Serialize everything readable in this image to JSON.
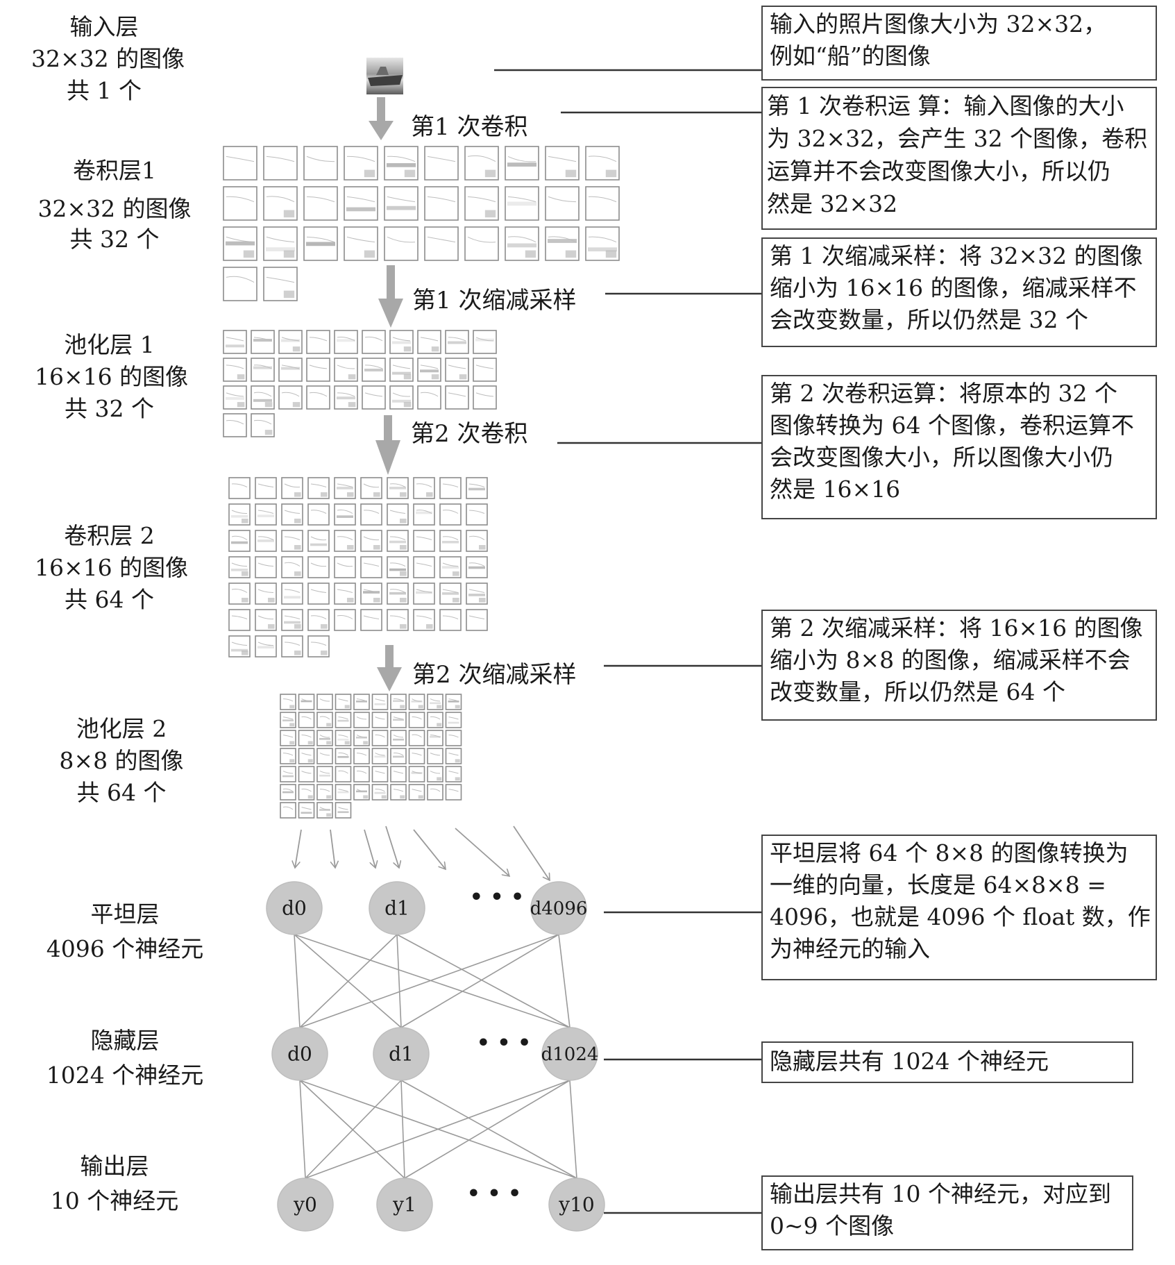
{
  "layers": [
    {
      "key": "input",
      "lines": [
        "输入层",
        "32×32 的图像",
        "共 1 个"
      ]
    },
    {
      "key": "conv1",
      "lines": [
        "卷积层1",
        "32×32 的图像",
        "共 32 个"
      ]
    },
    {
      "key": "pool1",
      "lines": [
        "池化层 1",
        "16×16 的图像",
        "共 32 个"
      ]
    },
    {
      "key": "conv2",
      "lines": [
        "卷积层 2",
        "16×16 的图像",
        "共 64 个"
      ]
    },
    {
      "key": "pool2",
      "lines": [
        "池化层 2",
        "8×8 的图像",
        "共 64 个"
      ]
    },
    {
      "key": "flatten",
      "lines": [
        "平坦层",
        "4096 个神经元"
      ]
    },
    {
      "key": "hidden",
      "lines": [
        "隐藏层",
        "1024 个神经元"
      ]
    },
    {
      "key": "output",
      "lines": [
        "输出层",
        "10 个神经元"
      ]
    }
  ],
  "steps": {
    "conv1": "第1 次卷积",
    "pool1": "第1 次缩减采样",
    "conv2": "第2 次卷积",
    "pool2": "第2 次缩减采样"
  },
  "feature_maps": {
    "conv1_count": 32,
    "pool1_count": 32,
    "conv2_count": 64,
    "pool2_count": 64,
    "columns": 10
  },
  "neurons": {
    "flatten": [
      "d0",
      "d1",
      "d4096"
    ],
    "hidden": [
      "d0",
      "d1",
      "d1024"
    ],
    "output": [
      "y0",
      "y1",
      "y10"
    ],
    "ellipsis": "• • •"
  },
  "notes": [
    {
      "key": "input",
      "lines": [
        "输入的照片图像大小为 32×32，",
        "例如“船”的图像"
      ]
    },
    {
      "key": "conv1",
      "lines": [
        "第 1 次卷积运 算：输入图像的大小",
        "为 32×32，会产生 32 个图像，卷积",
        "运算并不会改变图像大小，所以仍",
        "然是 32×32"
      ]
    },
    {
      "key": "pool1",
      "lines": [
        "第 1 次缩减采样：将 32×32 的图像",
        "缩小为 16×16 的图像，缩减采样不",
        "会改变数量，所以仍然是 32 个"
      ]
    },
    {
      "key": "conv2",
      "lines": [
        "第 2 次卷积运算：将原本的 32 个",
        "图像转换为 64 个图像，卷积运算不",
        "会改变图像大小，所以图像大小仍",
        "然是 16×16"
      ]
    },
    {
      "key": "pool2",
      "lines": [
        "第 2 次缩减采样：将 16×16 的图像",
        "缩小为 8×8 的图像，缩减采样不会",
        "改变数量，所以仍然是 64 个"
      ]
    },
    {
      "key": "flatten",
      "lines": [
        "平坦层将 64 个 8×8 的图像转换为",
        "一维的向量，长度是 64×8×8 =",
        "4096，也就是 4096 个 float 数，作",
        "为神经元的输入"
      ]
    },
    {
      "key": "hidden",
      "lines": [
        "隐藏层共有 1024 个神经元"
      ]
    },
    {
      "key": "output",
      "lines": [
        "输出层共有 10 个神经元，对应到",
        "0~9 个图像"
      ]
    }
  ],
  "colors": {
    "arrow": "#a8a8a8",
    "neuron_fill": "#c8c8c8",
    "neuron_stroke": "#bdbdbd",
    "line": "#333333",
    "connection": "#9a9a9a",
    "map_border": "#8c8c8c"
  }
}
